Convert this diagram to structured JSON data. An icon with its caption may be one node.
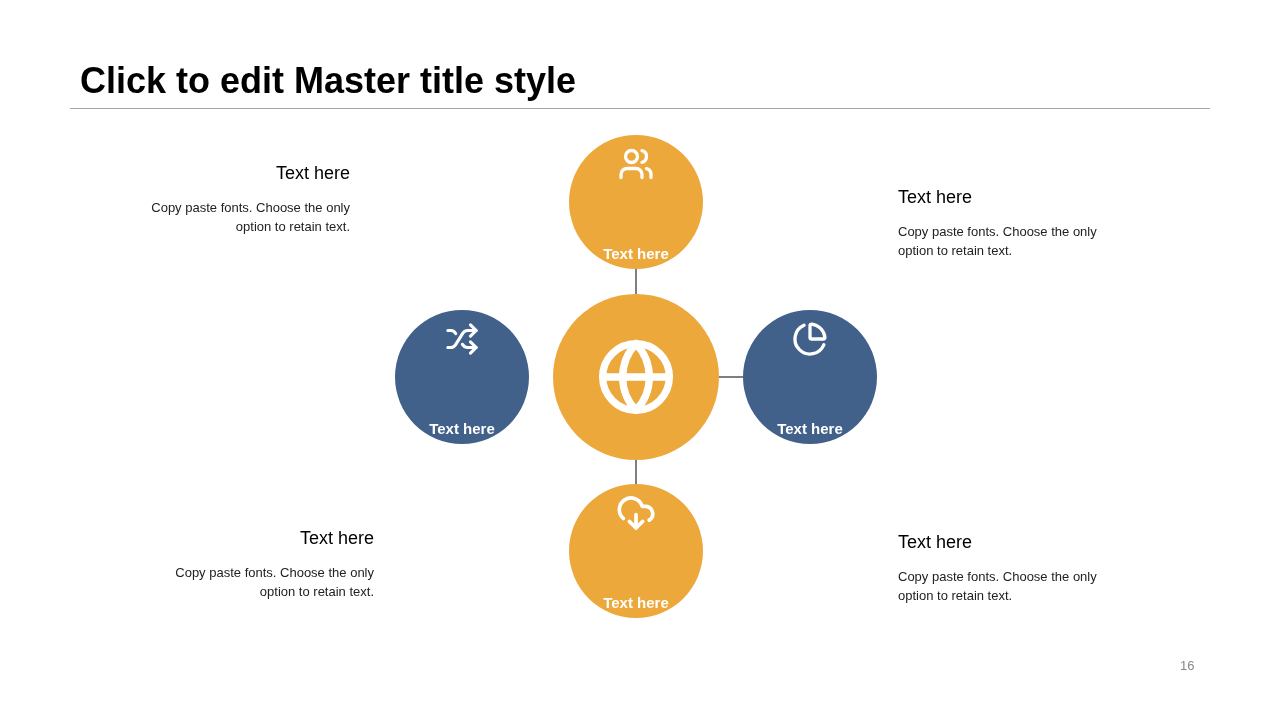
{
  "diagram": {
    "title": "Click to edit Master title style",
    "nodes": [
      {
        "text": [],
        "shape": "circle"
      },
      {
        "text": [
          "Text here"
        ]
      },
      {
        "text": [
          "Text here"
        ]
      },
      {
        "text": [
          "Text here"
        ]
      },
      {
        "text": [
          "Text here"
        ]
      }
    ],
    "edges": [
      {
        "from": 0,
        "to": 1,
        "arrow": "none"
      },
      {
        "from": 0,
        "to": 3,
        "arrow": "none"
      },
      {
        "from": 0,
        "to": 4,
        "arrow": "none"
      }
    ],
    "labels": [
      "Text here",
      "Copy paste fonts. Choose the only option to retain text.",
      "Text here",
      "Copy paste fonts. Choose the only option to retain text.",
      "Text here",
      "Copy paste fonts. Choose the only option to retain text.",
      "Text here",
      "Copy paste fonts. Choose the only option to retain text.",
      "16"
    ]
  }
}
